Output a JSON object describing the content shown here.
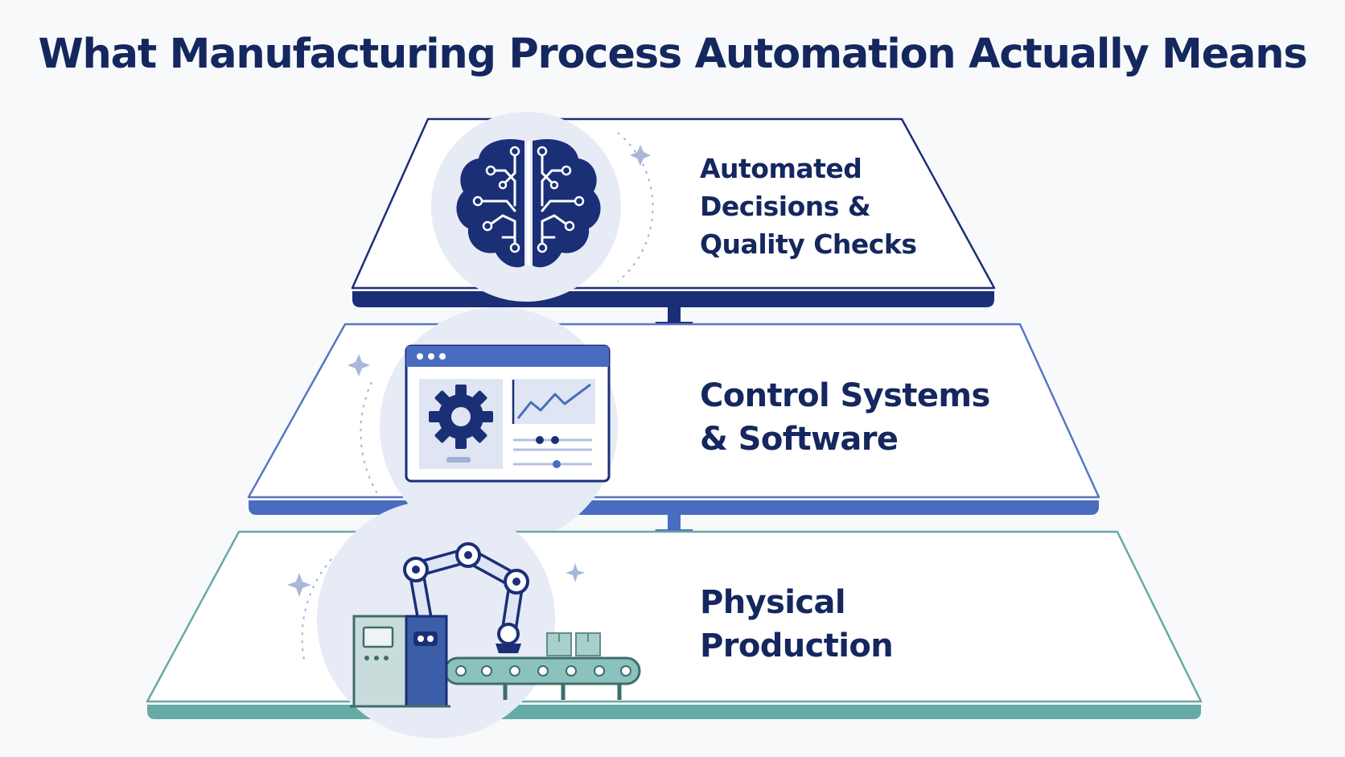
{
  "title": "What Manufacturing Process Automation Actually Means",
  "colors": {
    "navy": "#1b2f77",
    "royal": "#4a6cc0",
    "teal": "#66aaa6",
    "text": "#15275f",
    "badge": "#e6ebf6"
  },
  "layers": [
    {
      "id": "decisions",
      "icon": "brain-circuit-icon",
      "lines": [
        "Automated",
        "Decisions &",
        "Quality Checks"
      ]
    },
    {
      "id": "control",
      "icon": "dashboard-window-icon",
      "lines": [
        "Control Systems",
        "& Software"
      ]
    },
    {
      "id": "physical",
      "icon": "robot-arm-conveyor-icon",
      "lines": [
        "Physical",
        "Production"
      ]
    }
  ]
}
